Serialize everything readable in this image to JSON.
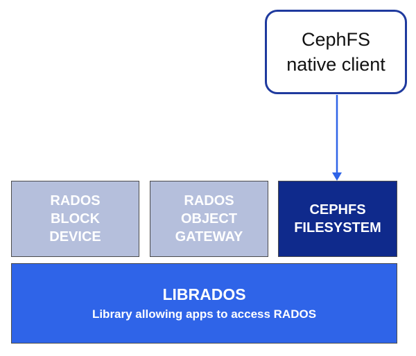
{
  "client": {
    "line1": "CephFS",
    "line2": "native client"
  },
  "components": {
    "rbd": [
      "RADOS",
      "BLOCK",
      "DEVICE"
    ],
    "rgw": [
      "RADOS",
      "OBJECT",
      "GATEWAY"
    ],
    "cephfs": [
      "CEPHFS",
      "FILESYSTEM"
    ]
  },
  "librados": {
    "title": "LIBRADOS",
    "subtitle": "Library allowing apps to access RADOS"
  },
  "colors": {
    "client_border": "#1f3a9e",
    "light_box": "#b5bfdc",
    "cephfs_box": "#0f2a8c",
    "librados_box": "#2f64e8",
    "arrow": "#2f64e8"
  }
}
